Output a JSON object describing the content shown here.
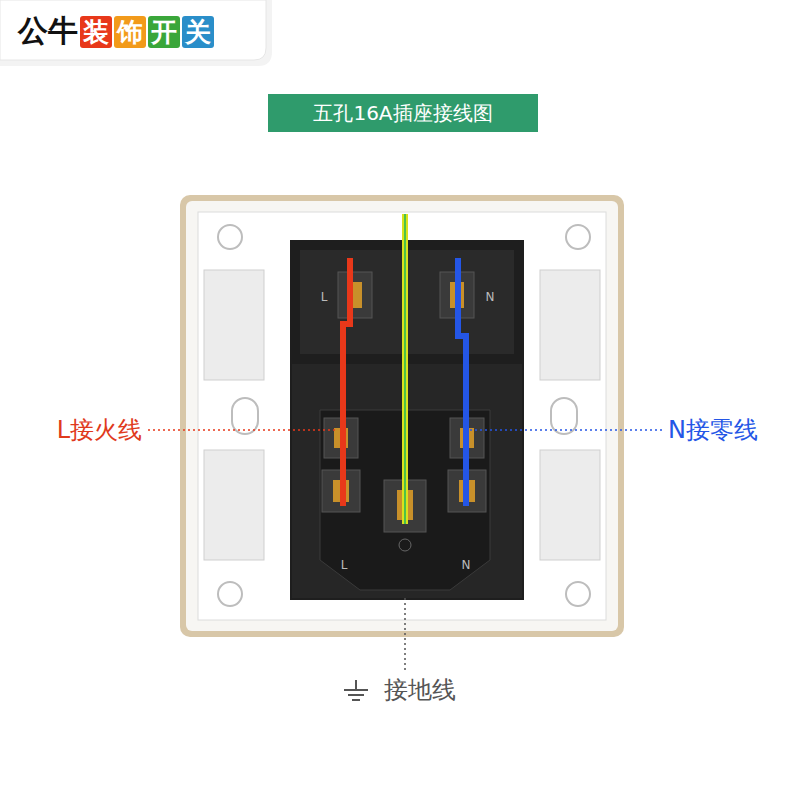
{
  "diagram": {
    "title": "五孔16A插座接线图",
    "labels": [
      "公牛装饰开关",
      "L接火线",
      "N接零线",
      "接地线",
      "L",
      "N",
      "L",
      "N"
    ]
  }
}
